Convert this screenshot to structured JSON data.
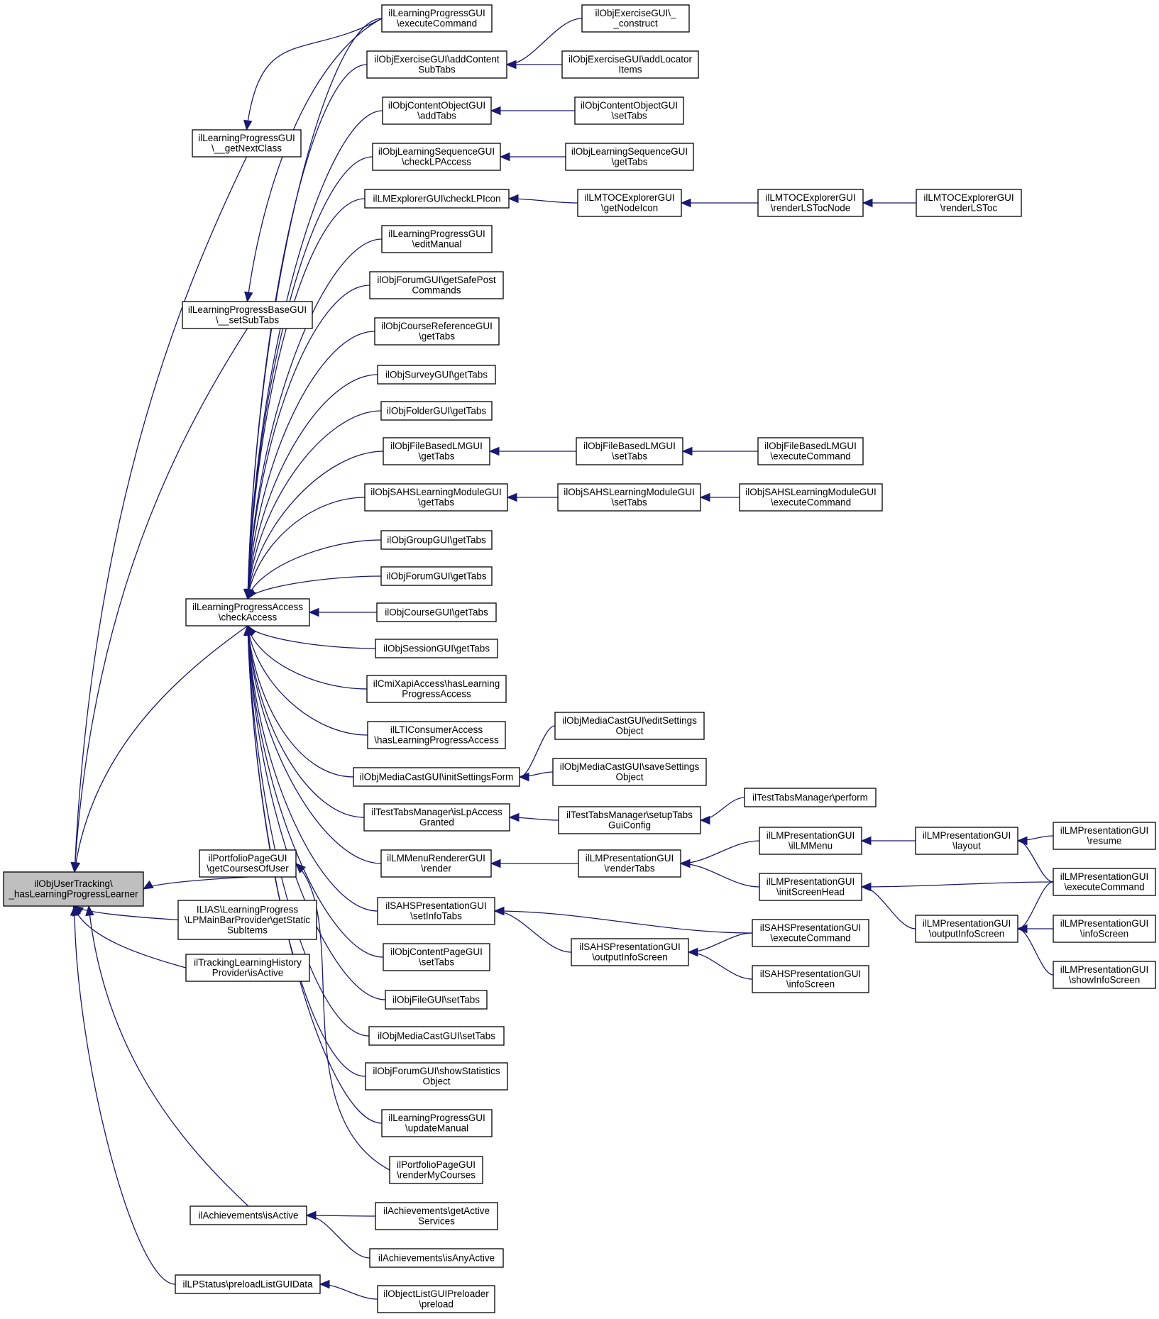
{
  "colors": {
    "edge": "#191970",
    "node_fill": "#ffffff",
    "root_fill": "#bfbfbf",
    "border": "#000000"
  },
  "nodes": [
    {
      "id": "root",
      "lines": [
        "ilObjUserTracking\\",
        "_hasLearningProgressLearner"
      ]
    },
    {
      "id": "lpgui_nextclass",
      "lines": [
        "ilLearningProgressGUI",
        "\\__getNextClass"
      ]
    },
    {
      "id": "lpbase_setsubtabs",
      "lines": [
        "ilLearningProgressBaseGUI",
        "\\__setSubTabs"
      ]
    },
    {
      "id": "lpaccess_check",
      "lines": [
        "ilLearningProgressAccess",
        "\\checkAccess"
      ]
    },
    {
      "id": "portfolio_courses",
      "lines": [
        "ilPortfolioPageGUI",
        "\\getCoursesOfUser"
      ]
    },
    {
      "id": "mainbar_static",
      "lines": [
        "ILIAS\\LearningProgress",
        "\\LPMainBarProvider\\getStatic",
        "SubItems"
      ]
    },
    {
      "id": "tracking_history",
      "lines": [
        "ilTrackingLearningHistory",
        "Provider\\isActive"
      ]
    },
    {
      "id": "ach_isactive",
      "lines": [
        "ilAchievements\\isActive"
      ]
    },
    {
      "id": "lpstatus_preload",
      "lines": [
        "ilLPStatus\\preloadListGUIData"
      ]
    },
    {
      "id": "lpgui_exec",
      "lines": [
        "ilLearningProgressGUI",
        "\\executeCommand"
      ]
    },
    {
      "id": "exgui_addcontent",
      "lines": [
        "ilObjExerciseGUI\\addContent",
        "SubTabs"
      ]
    },
    {
      "id": "cogui_addtabs",
      "lines": [
        "ilObjContentObjectGUI",
        "\\addTabs"
      ]
    },
    {
      "id": "lsgui_checklp",
      "lines": [
        "ilObjLearningSequenceGUI",
        "\\checkLPAccess"
      ]
    },
    {
      "id": "lmexp_checklpicon",
      "lines": [
        "ilLMExplorerGUI\\checkLPIcon"
      ]
    },
    {
      "id": "lpgui_editmanual",
      "lines": [
        "ilLearningProgressGUI",
        "\\editManual"
      ]
    },
    {
      "id": "forum_safepost",
      "lines": [
        "ilObjForumGUI\\getSafePost",
        "Commands"
      ]
    },
    {
      "id": "courseref_gettabs",
      "lines": [
        "ilObjCourseReferenceGUI",
        "\\getTabs"
      ]
    },
    {
      "id": "survey_gettabs",
      "lines": [
        "ilObjSurveyGUI\\getTabs"
      ]
    },
    {
      "id": "folder_gettabs",
      "lines": [
        "ilObjFolderGUI\\getTabs"
      ]
    },
    {
      "id": "filelm_gettabs",
      "lines": [
        "ilObjFileBasedLMGUI",
        "\\getTabs"
      ]
    },
    {
      "id": "sahs_gettabs",
      "lines": [
        "ilObjSAHSLearningModuleGUI",
        "\\getTabs"
      ]
    },
    {
      "id": "group_gettabs",
      "lines": [
        "ilObjGroupGUI\\getTabs"
      ]
    },
    {
      "id": "forum_gettabs",
      "lines": [
        "ilObjForumGUI\\getTabs"
      ]
    },
    {
      "id": "course_gettabs",
      "lines": [
        "ilObjCourseGUI\\getTabs"
      ]
    },
    {
      "id": "session_gettabs",
      "lines": [
        "ilObjSessionGUI\\getTabs"
      ]
    },
    {
      "id": "cmixapi_haslp",
      "lines": [
        "ilCmiXapiAccess\\hasLearning",
        "ProgressAccess"
      ]
    },
    {
      "id": "lti_haslp",
      "lines": [
        "ilLTIConsumerAccess",
        "\\hasLearningProgressAccess"
      ]
    },
    {
      "id": "mediacast_initsettings",
      "lines": [
        "ilObjMediaCastGUI\\initSettingsForm"
      ]
    },
    {
      "id": "testtabs_islp",
      "lines": [
        "ilTestTabsManager\\isLpAccess",
        "Granted"
      ]
    },
    {
      "id": "lmmenu_render",
      "lines": [
        "ilLMMenuRendererGUI",
        "\\render"
      ]
    },
    {
      "id": "sahspres_setinfotabs",
      "lines": [
        "ilSAHSPresentationGUI",
        "\\setInfoTabs"
      ]
    },
    {
      "id": "contentpage_settabs",
      "lines": [
        "ilObjContentPageGUI",
        "\\setTabs"
      ]
    },
    {
      "id": "file_settabs",
      "lines": [
        "ilObjFileGUI\\setTabs"
      ]
    },
    {
      "id": "mediacast_settabs",
      "lines": [
        "ilObjMediaCastGUI\\setTabs"
      ]
    },
    {
      "id": "forum_showstats",
      "lines": [
        "ilObjForumGUI\\showStatistics",
        "Object"
      ]
    },
    {
      "id": "lpgui_updatemanual",
      "lines": [
        "ilLearningProgressGUI",
        "\\updateManual"
      ]
    },
    {
      "id": "portfolio_rendermycourses",
      "lines": [
        "ilPortfolioPageGUI",
        "\\renderMyCourses"
      ]
    },
    {
      "id": "ach_getactive",
      "lines": [
        "ilAchievements\\getActive",
        "Services"
      ]
    },
    {
      "id": "ach_isanyactive",
      "lines": [
        "ilAchievements\\isAnyActive"
      ]
    },
    {
      "id": "listgui_preload",
      "lines": [
        "ilObjectListGUIPreloader",
        "\\preload"
      ]
    },
    {
      "id": "exgui_construct",
      "lines": [
        "ilObjExerciseGUI\\_",
        "_construct"
      ]
    },
    {
      "id": "exgui_addlocator",
      "lines": [
        "ilObjExerciseGUI\\addLocator",
        "Items"
      ]
    },
    {
      "id": "cogui_settabs",
      "lines": [
        "ilObjContentObjectGUI",
        "\\setTabs"
      ]
    },
    {
      "id": "lsgui_gettabs",
      "lines": [
        "ilObjLearningSequenceGUI",
        "\\getTabs"
      ]
    },
    {
      "id": "lmtoc_getnodeicon",
      "lines": [
        "ilLMTOCExplorerGUI",
        "\\getNodeIcon"
      ]
    },
    {
      "id": "lmtoc_renderlstocnode",
      "lines": [
        "ilLMTOCExplorerGUI",
        "\\renderLSTocNode"
      ]
    },
    {
      "id": "lmtoc_renderlstoc",
      "lines": [
        "ilLMTOCExplorerGUI",
        "\\renderLSToc"
      ]
    },
    {
      "id": "filelm_settabs",
      "lines": [
        "ilObjFileBasedLMGUI",
        "\\setTabs"
      ]
    },
    {
      "id": "filelm_exec",
      "lines": [
        "ilObjFileBasedLMGUI",
        "\\executeCommand"
      ]
    },
    {
      "id": "sahs_settabs",
      "lines": [
        "ilObjSAHSLearningModuleGUI",
        "\\setTabs"
      ]
    },
    {
      "id": "sahs_exec",
      "lines": [
        "ilObjSAHSLearningModuleGUI",
        "\\executeCommand"
      ]
    },
    {
      "id": "mediacast_editsettings",
      "lines": [
        "ilObjMediaCastGUI\\editSettings",
        "Object"
      ]
    },
    {
      "id": "mediacast_savesettings",
      "lines": [
        "ilObjMediaCastGUI\\saveSettings",
        "Object"
      ]
    },
    {
      "id": "testtabs_setup",
      "lines": [
        "ilTestTabsManager\\setupTabs",
        "GuiConfig"
      ]
    },
    {
      "id": "testtabs_perform",
      "lines": [
        "ilTestTabsManager\\perform"
      ]
    },
    {
      "id": "lmpres_rendertabs",
      "lines": [
        "ilLMPresentationGUI",
        "\\renderTabs"
      ]
    },
    {
      "id": "lmpres_ilmmenu",
      "lines": [
        "ilLMPresentationGUI",
        "\\ilLMMenu"
      ]
    },
    {
      "id": "lmpres_initscreenhead",
      "lines": [
        "ilLMPresentationGUI",
        "\\initScreenHead"
      ]
    },
    {
      "id": "lmpres_layout",
      "lines": [
        "ilLMPresentationGUI",
        "\\layout"
      ]
    },
    {
      "id": "lmpres_resume",
      "lines": [
        "ilLMPresentationGUI",
        "\\resume"
      ]
    },
    {
      "id": "lmpres_exec",
      "lines": [
        "ilLMPresentationGUI",
        "\\executeCommand"
      ]
    },
    {
      "id": "lmpres_outputinfoscreen",
      "lines": [
        "ilLMPresentationGUI",
        "\\outputInfoScreen"
      ]
    },
    {
      "id": "lmpres_infoscreen",
      "lines": [
        "ilLMPresentationGUI",
        "\\infoScreen"
      ]
    },
    {
      "id": "lmpres_showinfoscreen",
      "lines": [
        "ilLMPresentationGUI",
        "\\showInfoScreen"
      ]
    },
    {
      "id": "sahspres_outputinfoscreen",
      "lines": [
        "ilSAHSPresentationGUI",
        "\\outputInfoScreen"
      ]
    },
    {
      "id": "sahspres_exec",
      "lines": [
        "ilSAHSPresentationGUI",
        "\\executeCommand"
      ]
    },
    {
      "id": "sahspres_infoscreen",
      "lines": [
        "ilSAHSPresentationGUI",
        "\\infoScreen"
      ]
    }
  ],
  "edges": [
    [
      "lpgui_nextclass",
      "root"
    ],
    [
      "lpbase_setsubtabs",
      "root"
    ],
    [
      "lpaccess_check",
      "root"
    ],
    [
      "portfolio_courses",
      "root"
    ],
    [
      "mainbar_static",
      "root"
    ],
    [
      "tracking_history",
      "root"
    ],
    [
      "ach_isactive",
      "root"
    ],
    [
      "lpstatus_preload",
      "root"
    ],
    [
      "lpgui_exec",
      "lpgui_nextclass"
    ],
    [
      "lpgui_exec",
      "lpbase_setsubtabs"
    ],
    [
      "lpgui_exec",
      "lpaccess_check"
    ],
    [
      "exgui_addcontent",
      "lpaccess_check"
    ],
    [
      "cogui_addtabs",
      "lpaccess_check"
    ],
    [
      "lsgui_checklp",
      "lpaccess_check"
    ],
    [
      "lmexp_checklpicon",
      "lpaccess_check"
    ],
    [
      "lpgui_editmanual",
      "lpaccess_check"
    ],
    [
      "forum_safepost",
      "lpaccess_check"
    ],
    [
      "courseref_gettabs",
      "lpaccess_check"
    ],
    [
      "survey_gettabs",
      "lpaccess_check"
    ],
    [
      "folder_gettabs",
      "lpaccess_check"
    ],
    [
      "filelm_gettabs",
      "lpaccess_check"
    ],
    [
      "sahs_gettabs",
      "lpaccess_check"
    ],
    [
      "group_gettabs",
      "lpaccess_check"
    ],
    [
      "forum_gettabs",
      "lpaccess_check"
    ],
    [
      "course_gettabs",
      "lpaccess_check"
    ],
    [
      "session_gettabs",
      "lpaccess_check"
    ],
    [
      "cmixapi_haslp",
      "lpaccess_check"
    ],
    [
      "lti_haslp",
      "lpaccess_check"
    ],
    [
      "mediacast_initsettings",
      "lpaccess_check"
    ],
    [
      "testtabs_islp",
      "lpaccess_check"
    ],
    [
      "lmmenu_render",
      "lpaccess_check"
    ],
    [
      "sahspres_setinfotabs",
      "lpaccess_check"
    ],
    [
      "contentpage_settabs",
      "lpaccess_check"
    ],
    [
      "file_settabs",
      "lpaccess_check"
    ],
    [
      "mediacast_settabs",
      "lpaccess_check"
    ],
    [
      "forum_showstats",
      "lpaccess_check"
    ],
    [
      "lpgui_updatemanual",
      "lpaccess_check"
    ],
    [
      "portfolio_rendermycourses",
      "portfolio_courses"
    ],
    [
      "ach_getactive",
      "ach_isactive"
    ],
    [
      "ach_isanyactive",
      "ach_isactive"
    ],
    [
      "listgui_preload",
      "lpstatus_preload"
    ],
    [
      "exgui_construct",
      "exgui_addcontent"
    ],
    [
      "exgui_addlocator",
      "exgui_addcontent"
    ],
    [
      "cogui_settabs",
      "cogui_addtabs"
    ],
    [
      "lsgui_gettabs",
      "lsgui_checklp"
    ],
    [
      "lmtoc_getnodeicon",
      "lmexp_checklpicon"
    ],
    [
      "lmtoc_renderlstocnode",
      "lmtoc_getnodeicon"
    ],
    [
      "lmtoc_renderlstoc",
      "lmtoc_renderlstocnode"
    ],
    [
      "filelm_settabs",
      "filelm_gettabs"
    ],
    [
      "filelm_exec",
      "filelm_settabs"
    ],
    [
      "sahs_settabs",
      "sahs_gettabs"
    ],
    [
      "sahs_exec",
      "sahs_settabs"
    ],
    [
      "mediacast_editsettings",
      "mediacast_initsettings"
    ],
    [
      "mediacast_savesettings",
      "mediacast_initsettings"
    ],
    [
      "testtabs_setup",
      "testtabs_islp"
    ],
    [
      "testtabs_perform",
      "testtabs_setup"
    ],
    [
      "lmpres_rendertabs",
      "lmmenu_render"
    ],
    [
      "lmpres_ilmmenu",
      "lmpres_rendertabs"
    ],
    [
      "lmpres_initscreenhead",
      "lmpres_rendertabs"
    ],
    [
      "lmpres_layout",
      "lmpres_ilmmenu"
    ],
    [
      "lmpres_resume",
      "lmpres_layout"
    ],
    [
      "lmpres_exec",
      "lmpres_layout"
    ],
    [
      "lmpres_exec",
      "lmpres_initscreenhead"
    ],
    [
      "lmpres_outputinfoscreen",
      "lmpres_initscreenhead"
    ],
    [
      "lmpres_exec",
      "lmpres_outputinfoscreen"
    ],
    [
      "lmpres_infoscreen",
      "lmpres_outputinfoscreen"
    ],
    [
      "lmpres_showinfoscreen",
      "lmpres_outputinfoscreen"
    ],
    [
      "sahspres_exec",
      "sahspres_setinfotabs"
    ],
    [
      "sahspres_outputinfoscreen",
      "sahspres_setinfotabs"
    ],
    [
      "sahspres_exec",
      "sahspres_outputinfoscreen"
    ],
    [
      "sahspres_infoscreen",
      "sahspres_outputinfoscreen"
    ]
  ]
}
